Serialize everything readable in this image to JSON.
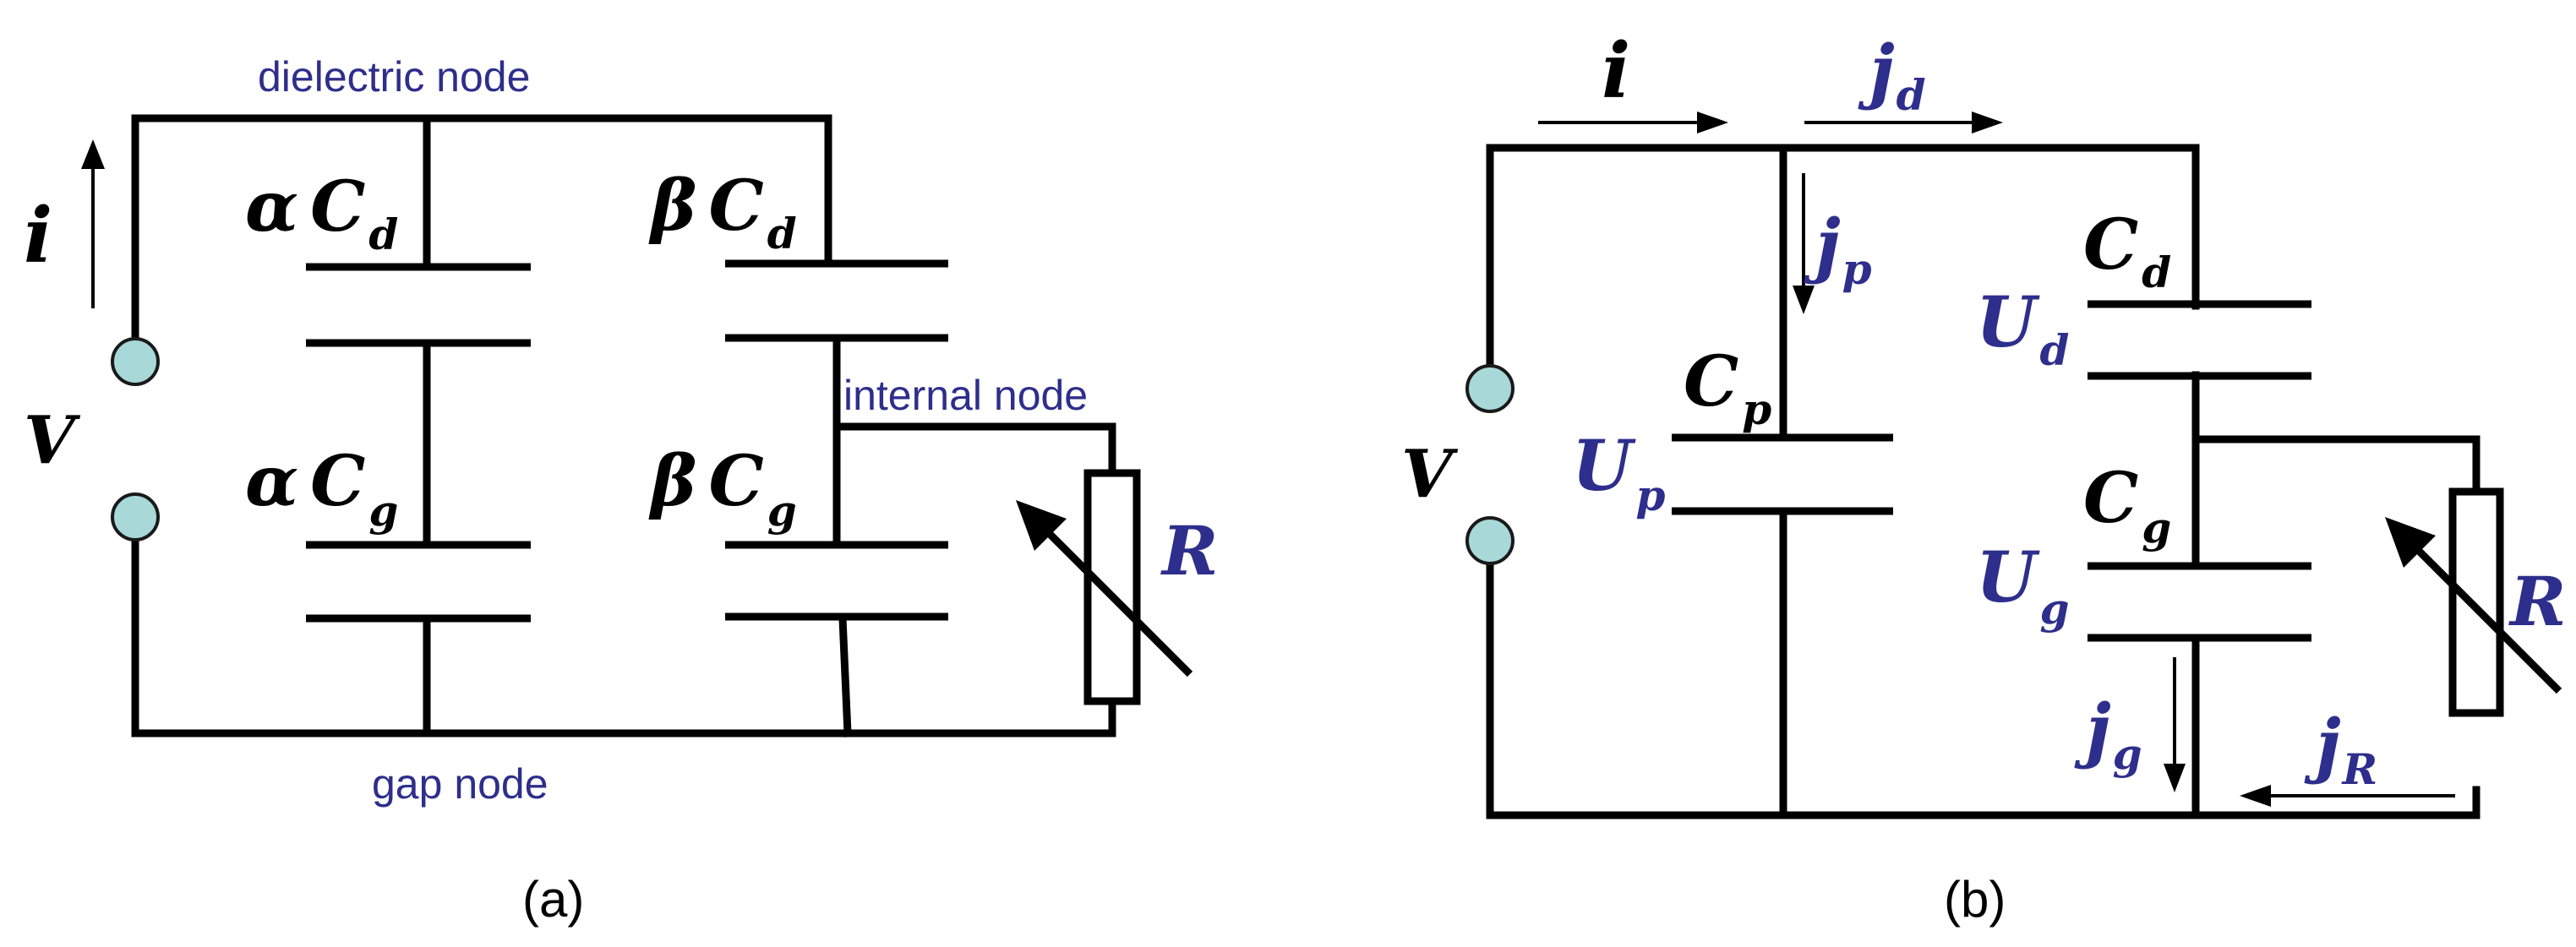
{
  "panel_a": {
    "caption": "(a)",
    "current_i": "i",
    "voltage": "V",
    "alpha": "α",
    "beta": "β",
    "C": "C",
    "sub_d": "d",
    "sub_g": "g",
    "resistor": "R",
    "dielectric_node": "dielectric node",
    "internal_node": "internal node",
    "gap_node": "gap node"
  },
  "panel_b": {
    "caption": "(b)",
    "current_i": "i",
    "voltage": "V",
    "j": "j",
    "U": "U",
    "C": "C",
    "sub_d": "d",
    "sub_p": "p",
    "sub_g": "g",
    "sub_R": "R",
    "resistor": "R"
  },
  "colors": {
    "wire": "#000000",
    "label_blue": "#2e2e8c",
    "terminal_fill": "#a8d8d8"
  }
}
